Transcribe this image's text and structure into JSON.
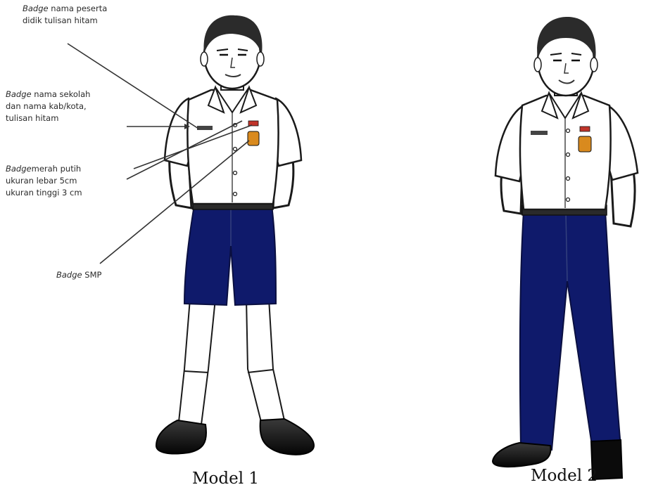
{
  "annotations": [
    {
      "id": "name-badge",
      "em": "Badge",
      "lines": [
        " nama peserta",
        "didik tulisan hitam"
      ]
    },
    {
      "id": "school-badge",
      "em": "Badge",
      "lines": [
        " nama sekolah",
        "dan nama kab/kota,",
        "tulisan hitam"
      ]
    },
    {
      "id": "flag-badge",
      "em": "Badge",
      "lines": [
        "merah putih",
        "ukuran lebar 5cm",
        "ukuran tinggi 3 cm"
      ]
    },
    {
      "id": "smp-badge",
      "em": "Badge",
      "lines": [
        " SMP"
      ]
    }
  ],
  "models": [
    {
      "id": "model-1",
      "caption": "Model 1"
    },
    {
      "id": "model-2",
      "caption": "Model 2"
    }
  ],
  "colors": {
    "shirt": "#ffffff",
    "outline": "#1a1a1a",
    "trousers": "#0f1a6b",
    "hair": "#2b2b2b",
    "shoe": "#151515",
    "badge": "#d98a1e"
  }
}
